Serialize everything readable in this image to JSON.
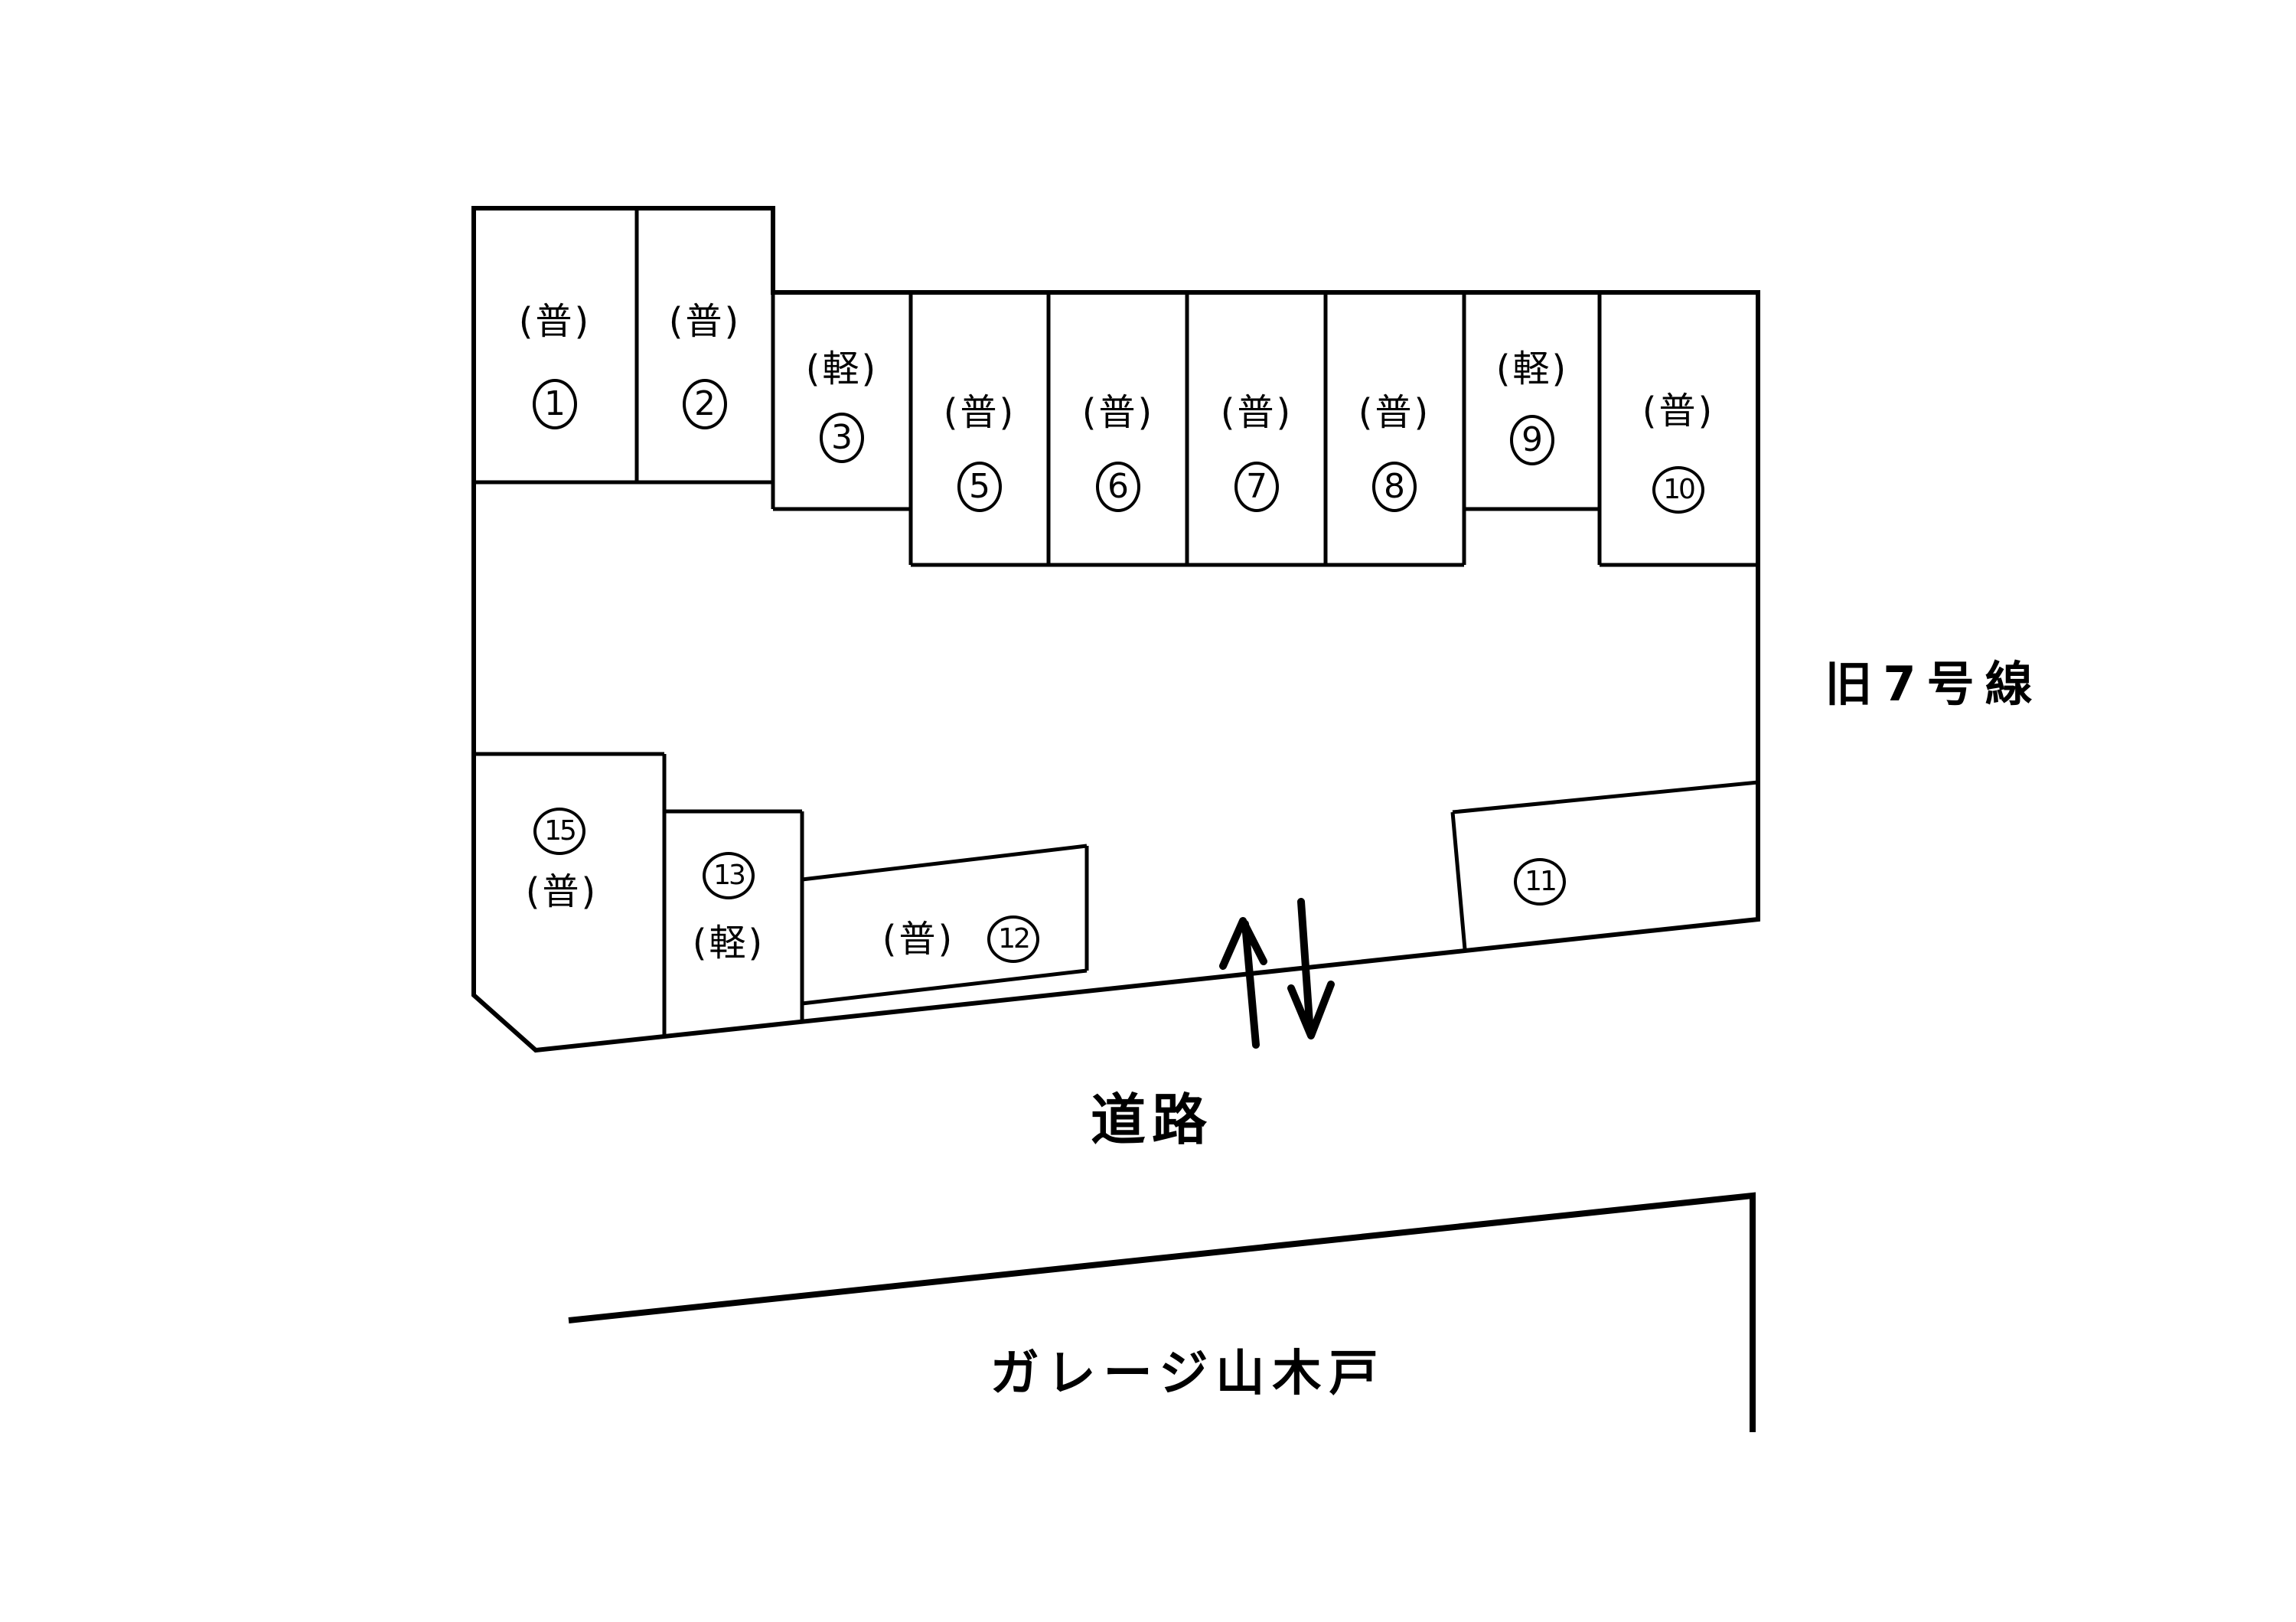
{
  "diagram": {
    "stalls": [
      {
        "number": "1",
        "type": "(普)"
      },
      {
        "number": "2",
        "type": "(普)"
      },
      {
        "number": "3",
        "type": "(軽)"
      },
      {
        "number": "5",
        "type": "(普)"
      },
      {
        "number": "6",
        "type": "(普)"
      },
      {
        "number": "7",
        "type": "(普)"
      },
      {
        "number": "8",
        "type": "(普)"
      },
      {
        "number": "9",
        "type": "(軽)"
      },
      {
        "number": "10",
        "type": "(普)"
      },
      {
        "number": "11",
        "type": ""
      },
      {
        "number": "12",
        "type": "(普)"
      },
      {
        "number": "13",
        "type": "(軽)"
      },
      {
        "number": "15",
        "type": "(普)"
      }
    ],
    "annotations": {
      "road": "道路",
      "route": "旧7号線",
      "garage": "ガレージ山木戸"
    },
    "colors": {
      "line": "#000000",
      "background": "#ffffff"
    }
  }
}
